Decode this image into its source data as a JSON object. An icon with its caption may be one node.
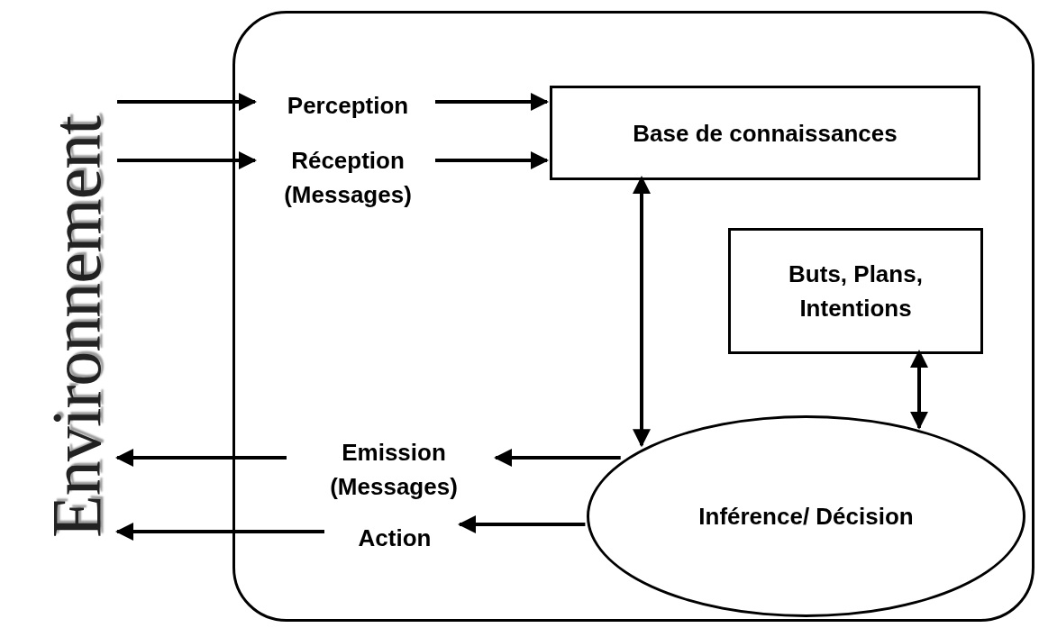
{
  "diagram": {
    "nodes": [
      {
        "text": [],
        "shape": "box"
      },
      {
        "text": [
          "Environnement"
        ]
      },
      {
        "text": [
          "Perception"
        ],
        "in": 0
      },
      {
        "text": [
          "Réception (Messages)"
        ],
        "in": 0
      },
      {
        "text": [
          "Base de connaissances"
        ],
        "in": 0
      },
      {
        "text": [
          "Buts, Plans, Intentions"
        ],
        "in": 0
      },
      {
        "text": [
          "Emission (Messages)"
        ],
        "in": 0
      },
      {
        "text": [
          "Action"
        ],
        "in": 0
      },
      {
        "text": [
          "Inférence/ Décision"
        ],
        "in": 0
      }
    ],
    "edges": [
      {
        "from": 1,
        "to": 2,
        "arrow": "to"
      },
      {
        "from": 2,
        "to": 4,
        "arrow": "to"
      },
      {
        "from": 1,
        "to": 3,
        "arrow": "to"
      },
      {
        "from": 3,
        "to": 4,
        "arrow": "to"
      },
      {
        "from": 4,
        "to": 8,
        "arrow": "both"
      },
      {
        "from": 5,
        "to": 8,
        "arrow": "both"
      },
      {
        "from": 8,
        "to": 6,
        "arrow": "to"
      },
      {
        "from": 6,
        "to": 1,
        "arrow": "to"
      },
      {
        "from": 8,
        "to": 7,
        "arrow": "to"
      },
      {
        "from": 7,
        "to": 1,
        "arrow": "to"
      }
    ]
  }
}
